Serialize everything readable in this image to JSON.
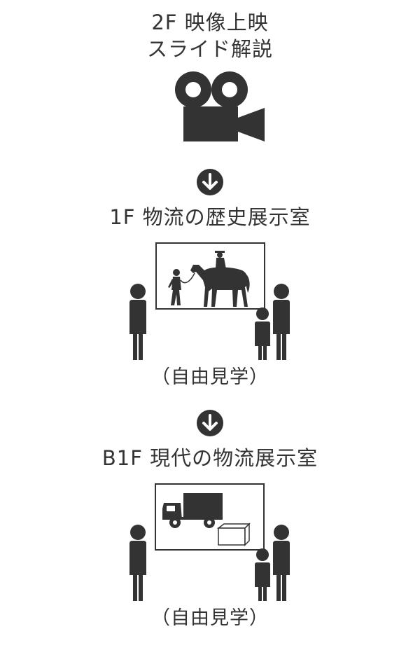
{
  "colors": {
    "ink": "#333333",
    "background": "#ffffff"
  },
  "step1": {
    "title_line1": "2F 映像上映",
    "title_line2": "スライド解説",
    "icon": "movie-camera-icon"
  },
  "arrow_icon": "arrow-down-circle-icon",
  "step2": {
    "title": "1F 物流の歴史展示室",
    "exhibit_icon": "horse-rider-exhibit-icon",
    "note": "（自由見学）"
  },
  "step3": {
    "title": "B1F 現代の物流展示室",
    "exhibit_icon": "truck-box-exhibit-icon",
    "note": "（自由見学）"
  }
}
